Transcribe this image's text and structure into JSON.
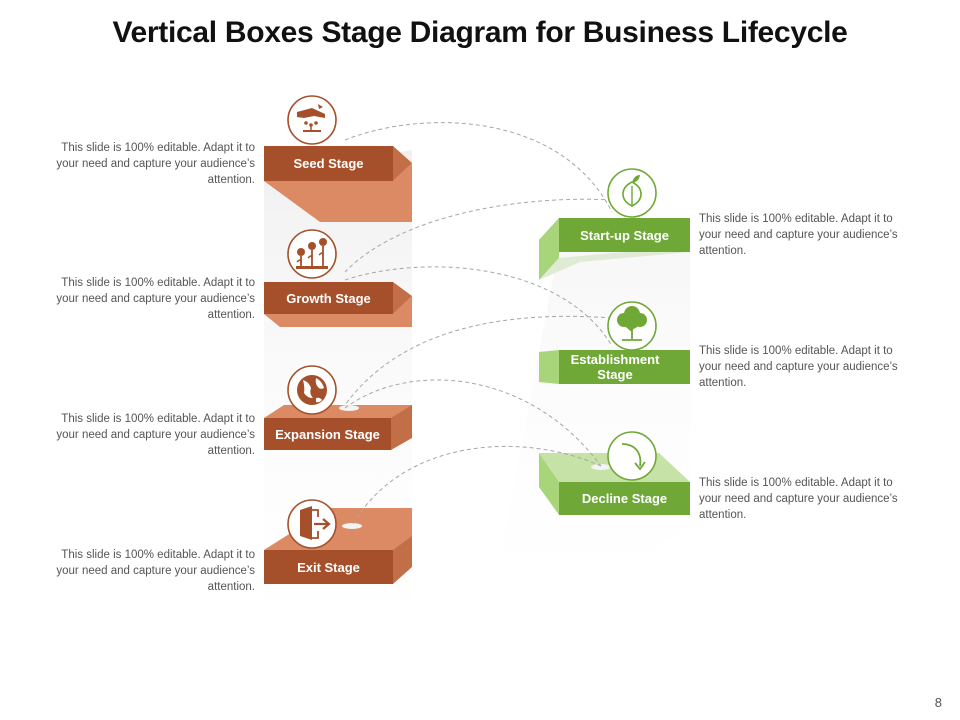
{
  "title": "Vertical Boxes Stage Diagram for Business Lifecycle",
  "page_number": "8",
  "colors": {
    "orange_front": "#a5502a",
    "orange_side": "#db8a63",
    "green_front": "#6fa837",
    "green_side": "#a8d57a",
    "connector": "#a6a6a6",
    "text": "#555555"
  },
  "stages": [
    {
      "label": "Seed Stage",
      "icon": "hand-watering-seed-icon",
      "description": "This slide is 100% editable. Adapt it to your need and capture your audience’s attention."
    },
    {
      "label": "Growth Stage",
      "icon": "money-plants-icon",
      "description": "This slide is 100% editable. Adapt it to your need and capture your audience’s attention."
    },
    {
      "label": "Expansion Stage",
      "icon": "globe-icon",
      "description": "This slide is 100% editable. Adapt it to your need and capture your audience’s attention."
    },
    {
      "label": "Exit Stage",
      "icon": "exit-door-icon",
      "description": "This slide is 100% editable. Adapt it to your need and capture your audience’s attention."
    },
    {
      "label": "Start-up Stage",
      "icon": "sprout-icon",
      "description": "This slide is 100% editable. Adapt it to your need and capture your audience’s attention."
    },
    {
      "label": "Establishment Stage",
      "icon": "tree-icon",
      "description": "This slide is 100% editable. Adapt it to your need and capture your audience’s attention."
    },
    {
      "label": "Decline Stage",
      "icon": "curved-arrow-down-icon",
      "description": "This slide is 100% editable. Adapt it to your need and capture your audience’s attention."
    }
  ]
}
